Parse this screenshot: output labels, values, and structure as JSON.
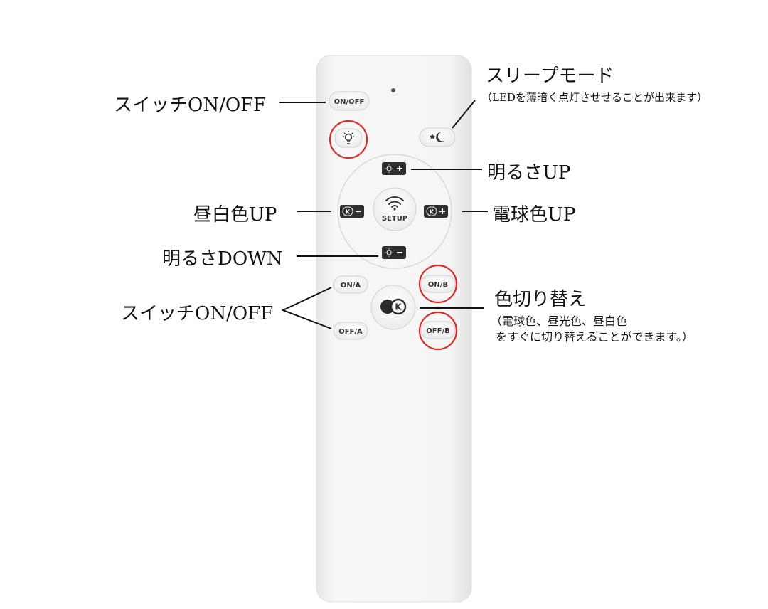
{
  "remote": {
    "power_button": "ON/OFF",
    "setup_label": "SETUP",
    "on_a": "ON/A",
    "off_a": "OFF/A",
    "on_b": "ON/B",
    "off_b": "OFF/B"
  },
  "labels": {
    "switch_top": "スイッチON/OFF",
    "sleep_mode": "スリープモード",
    "sleep_mode_note": "（LEDを薄暗く点灯させせることが出来ます）",
    "brightness_up": "明るさUP",
    "neutral_white_up": "昼白色UP",
    "warm_color_up": "電球色UP",
    "brightness_down": "明るさDOWN",
    "switch_ab": "スイッチON/OFF",
    "color_switch": "色切り替え",
    "color_switch_note_1": "（電球色、昼光色、昼白色",
    "color_switch_note_2": "をすぐに切り替えることができます。）"
  },
  "colors": {
    "highlight": "#d92b2b",
    "remote_body": "#f4f4f4",
    "button_face": "#f7f7f7",
    "icon_dark": "#333333"
  }
}
